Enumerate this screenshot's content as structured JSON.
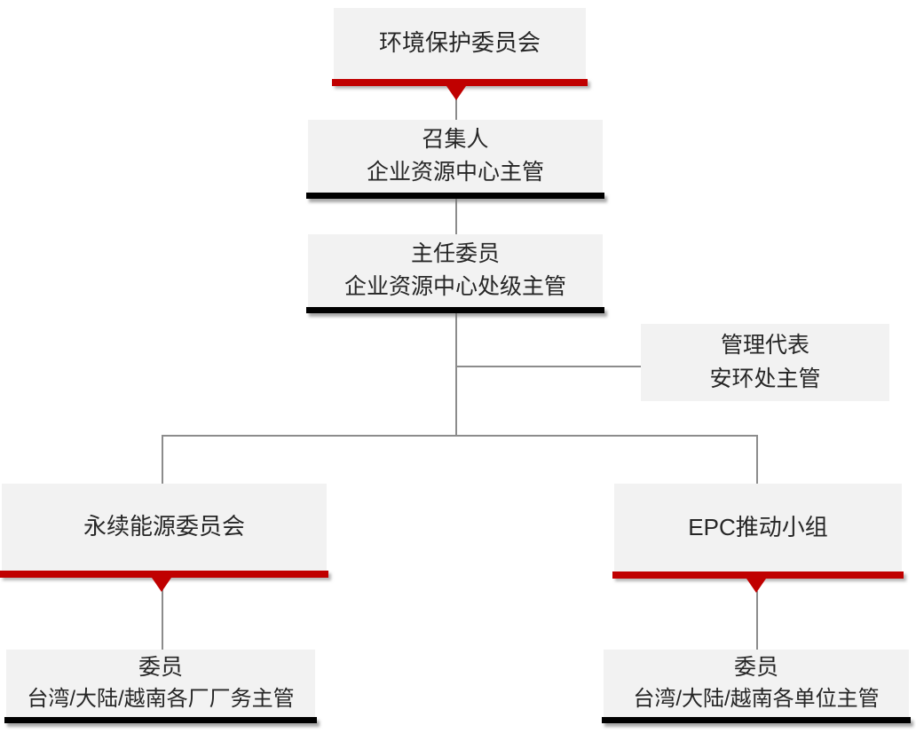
{
  "diagram": {
    "type": "org-chart",
    "language": "zh",
    "colors": {
      "accent_red": "#C00000",
      "bar_black": "#000000",
      "node_background": "#F2F2F2",
      "connector_gray": "#8C8C8C",
      "text": "#262626"
    },
    "nodes": {
      "committee": {
        "title": "环境保护委员会"
      },
      "convener": {
        "line1": "召集人",
        "line2": "企业资源中心主管"
      },
      "chairman": {
        "line1": "主任委员",
        "line2": "企业资源中心处级主管"
      },
      "mgmt_rep": {
        "line1": "管理代表",
        "line2": "安环处主管"
      },
      "sustainable": {
        "title": "永续能源委员会"
      },
      "epc": {
        "title": "EPC推动小组"
      },
      "members_left": {
        "line1": "委员",
        "line2": "台湾/大陆/越南各厂厂务主管"
      },
      "members_right": {
        "line1": "委员",
        "line2": "台湾/大陆/越南各单位主管"
      }
    },
    "hierarchy": [
      {
        "parent": "committee",
        "child": "convener"
      },
      {
        "parent": "convener",
        "child": "chairman"
      },
      {
        "parent": "chairman",
        "child": "mgmt_rep"
      },
      {
        "parent": "chairman",
        "child": "sustainable"
      },
      {
        "parent": "chairman",
        "child": "epc"
      },
      {
        "parent": "sustainable",
        "child": "members_left"
      },
      {
        "parent": "epc",
        "child": "members_right"
      }
    ]
  }
}
